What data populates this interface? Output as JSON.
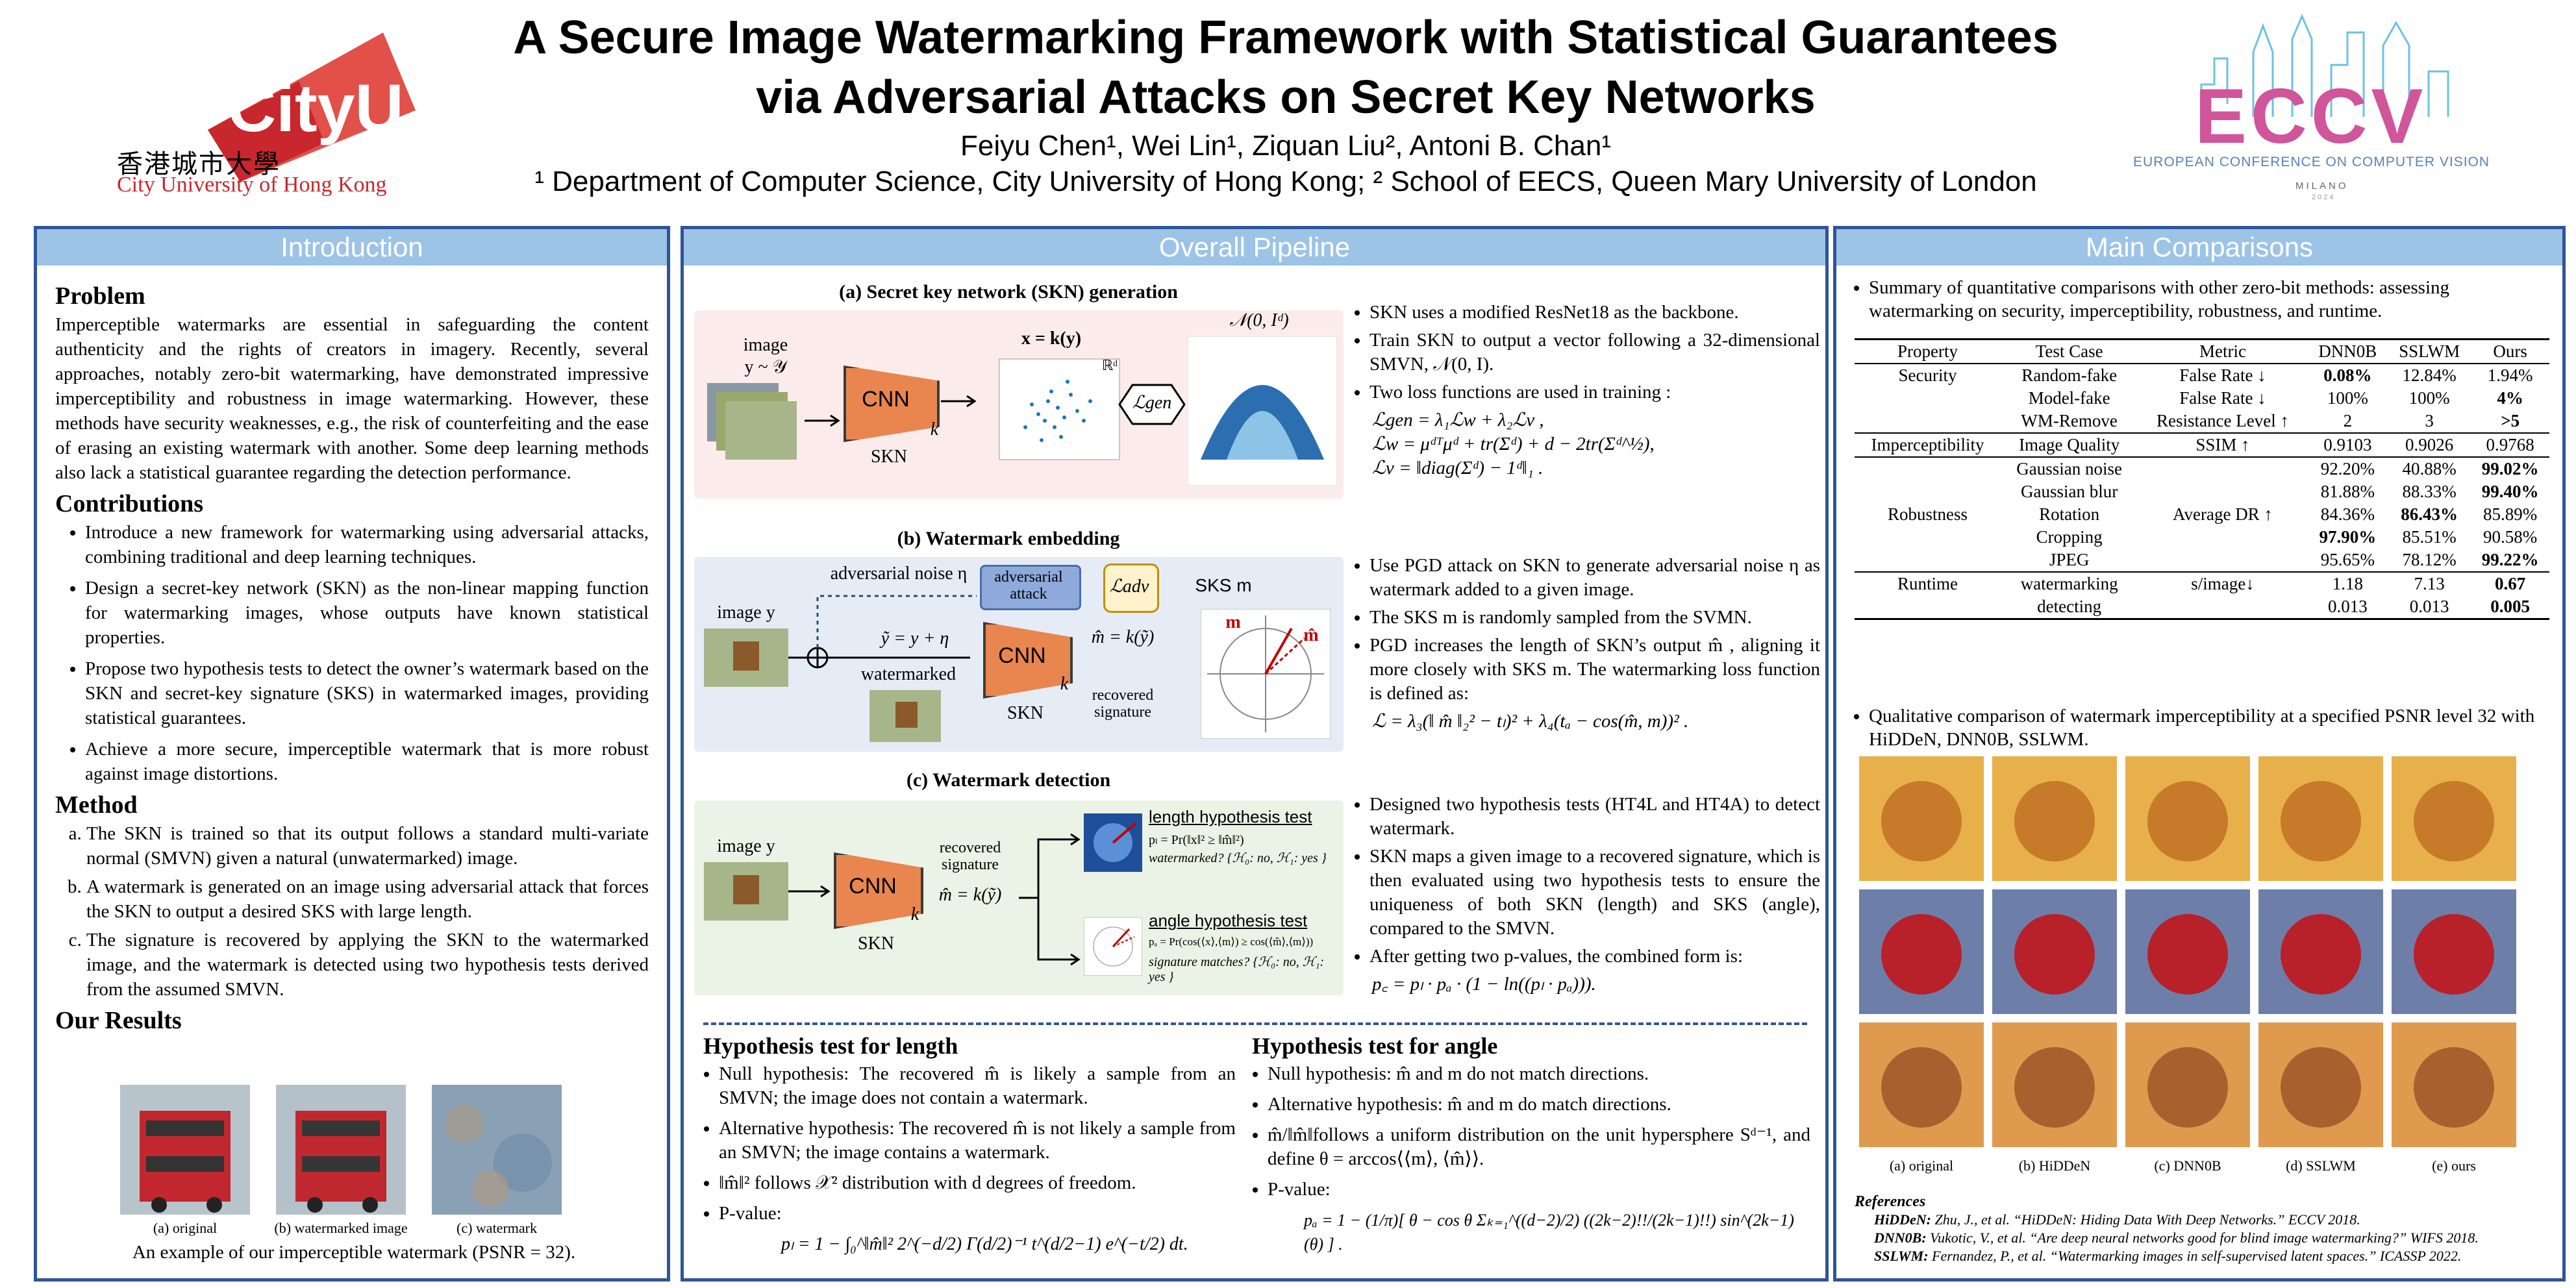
{
  "header": {
    "title_line1": "A Secure Image Watermarking Framework with Statistical Guarantees",
    "title_line2": "via Adversarial Attacks on Secret Key Networks",
    "authors": "Feiyu Chen¹, Wei Lin¹, Ziquan Liu², Antoni B. Chan¹",
    "affiliations": "¹ Department of Computer Science, City University of Hong Kong;  ² School of EECS, Queen Mary University of London",
    "logo_left": {
      "wordmark": "CityU",
      "chinese": "香港城市大學",
      "english": "City University of Hong Kong"
    },
    "logo_right": {
      "wordmark": "ECCV",
      "subtitle": "EUROPEAN CONFERENCE ON COMPUTER VISION",
      "city": "MILANO",
      "year": "2024"
    }
  },
  "intro": {
    "heading": "Introduction",
    "problem_title": "Problem",
    "problem_text": "Imperceptible watermarks are essential in safeguarding the content authenticity and the rights of creators in imagery. Recently, several approaches, notably zero-bit watermarking, have demonstrated impressive imperceptibility and robustness in image watermarking. However, these methods have security weaknesses, e.g., the risk of counterfeiting and the ease of erasing an existing watermark with another. Some deep learning methods also lack a statistical guarantee regarding the detection performance.",
    "contrib_title": "Contributions",
    "contributions": [
      "Introduce a new framework for watermarking using adversarial attacks, combining traditional and deep learning techniques.",
      "Design a secret-key network (SKN) as the non-linear mapping function for watermarking images, whose outputs have known statistical properties.",
      "Propose two hypothesis tests to detect the owner’s watermark based on the SKN and secret-key signature (SKS) in watermarked images, providing statistical guarantees.",
      "Achieve a more secure, imperceptible watermark that is more robust against image distortions."
    ],
    "method_title": "Method",
    "method": [
      "The SKN is trained so that its output follows a standard multi-variate normal (SMVN) given a natural (unwatermarked) image.",
      "A watermark is generated on an image using adversarial attack that forces the SKN to output a desired SKS with large length.",
      "The signature is recovered by applying the SKN to the watermarked image, and the watermark is detected using two hypothesis tests derived from the assumed SMVN."
    ],
    "results_title": "Our Results",
    "results_labels": [
      "(a) original",
      "(b) watermarked image",
      "(c) watermark"
    ],
    "results_caption": "An example of our imperceptible watermark (PSNR = 32)."
  },
  "pipeline": {
    "heading": "Overall Pipeline",
    "stage_a_title": "(a) Secret key network (SKN) generation",
    "stage_b_title": "(b) Watermark embedding",
    "stage_c_title": "(c) Watermark detection",
    "labels": {
      "image": "image",
      "image_y_dist": "y ~ 𝒴",
      "image_y": "image y",
      "cnn": "CNN",
      "k": "k",
      "skn": "SKN",
      "x_eq": "x = k(y)",
      "rd": "ℝᵈ",
      "l_gen": "ℒgen",
      "normal": "𝒩(0, Iᵈ)",
      "adv_noise": "adversarial noise η",
      "adv_attack": "adversarial attack",
      "l_adv": "ℒadv",
      "sks_m": "SKS m",
      "y_tilde": "ỹ = y + η",
      "watermarked": "watermarked",
      "m_hat_eq": "m̂ = k(ỹ)",
      "recovered_signature": "recovered signature",
      "m": "m",
      "m_hat": "m̂",
      "len_test": "length hypothesis test",
      "len_formula": "pₗ = Pr(‖x‖² ≥ ‖m̂‖²)",
      "len_question": "watermarked? {ℋ₀: no, ℋ₁: yes }",
      "ang_test": "angle hypothesis test",
      "ang_formula": "pₐ = Pr(cos(⟨x⟩,⟨m⟩) ≥ cos(⟨m̂⟩,⟨m⟩))",
      "ang_question": "signature matches? {ℋ₀: no, ℋ₁: yes }"
    },
    "bullets_a": [
      "SKN uses a modified ResNet18 as the backbone.",
      "Train SKN to output a vector following a 32-dimensional SMVN, 𝒩(0, I).",
      "Two loss functions are used in training :"
    ],
    "eqs_a": [
      "ℒgen = λ₁ℒw + λ₂ℒv ,",
      "ℒw = μᵈᵀμᵈ + tr(Σᵈ) + d − 2tr(Σᵈ^½),",
      "ℒv = ‖diag(Σᵈ) − 1ᵈ‖₁ ."
    ],
    "bullets_b": [
      "Use PGD attack on SKN to generate adversarial noise η as watermark added to a given image.",
      "The SKS m is randomly sampled from the SVMN.",
      "PGD increases the length of SKN’s output m̂ , aligning it more closely with SKS m. The watermarking loss function is defined as:"
    ],
    "eq_b": "ℒ = λ₃(‖ m̂ ‖₂² − tₗ)² + λ₄(tₐ − cos(m̂, m))² .",
    "bullets_c": [
      "Designed two hypothesis tests (HT4L and HT4A) to detect watermark.",
      "SKN maps a given image to a recovered signature, which is then evaluated using two hypothesis tests to ensure the uniqueness of both SKN (length) and SKS (angle), compared to the SMVN.",
      "After getting two p-values, the combined form is:"
    ],
    "eq_c": "p꜀ = pₗ · pₐ · (1 − ln((pₗ · pₐ))).",
    "ht_len_title": "Hypothesis test for length",
    "ht_len": [
      "Null hypothesis: The recovered m̂ is likely a sample from an SMVN; the image does not contain a watermark.",
      "Alternative hypothesis: The recovered m̂ is not likely a sample from an SMVN; the image contains a watermark.",
      "‖m̂‖² follows 𝒳² distribution with d degrees of freedom.",
      "P-value:"
    ],
    "ht_len_eq": "pₗ = 1 − ∫₀^‖m̂‖² 2^(−d/2) Γ(d/2)⁻¹ t^(d/2−1) e^(−t/2) dt.",
    "ht_ang_title": "Hypothesis test for angle",
    "ht_ang": [
      "Null hypothesis: m̂ and m do not match directions.",
      "Alternative hypothesis: m̂ and m do match directions.",
      "m̂/‖m̂‖follows a uniform distribution on the unit hypersphere Sᵈ⁻¹, and define θ = arccos⟨⟨m⟩, ⟨m̂⟩⟩.",
      "P-value:"
    ],
    "ht_ang_eq": "pₐ = 1 − (1/π)[ θ − cos θ Σₖ₌₁^((d−2)/2) ((2k−2)!!/(2k−1)!!) sin^(2k−1)(θ) ] ."
  },
  "comparisons": {
    "heading": "Main Comparisons",
    "summary": "Summary of quantitative comparisons with other zero-bit methods: assessing watermarking on security, imperceptibility, robustness, and runtime.",
    "columns": [
      "Property",
      "Test Case",
      "Metric",
      "DNN0B",
      "SSLWM",
      "Ours"
    ],
    "rows": [
      [
        "Security",
        "Random-fake",
        "False Rate ↓",
        "0.08%",
        "12.84%",
        "1.94%"
      ],
      [
        "",
        "Model-fake",
        "False Rate ↓",
        "100%",
        "100%",
        "4%"
      ],
      [
        "",
        "WM-Remove",
        "Resistance Level ↑",
        "2",
        "3",
        ">5"
      ],
      [
        "Imperceptibility",
        "Image Quality",
        "SSIM ↑",
        "0.9103",
        "0.9026",
        "0.9768"
      ],
      [
        "",
        "Gaussian noise",
        "",
        "92.20%",
        "40.88%",
        "99.02%"
      ],
      [
        "",
        "Gaussian blur",
        "",
        "81.88%",
        "88.33%",
        "99.40%"
      ],
      [
        "Robustness",
        "Rotation",
        "Average DR ↑",
        "84.36%",
        "86.43%",
        "85.89%"
      ],
      [
        "",
        "Cropping",
        "",
        "97.90%",
        "85.51%",
        "90.58%"
      ],
      [
        "",
        "JPEG",
        "",
        "95.65%",
        "78.12%",
        "99.22%"
      ],
      [
        "Runtime",
        "watermarking",
        "s/image↓",
        "1.18",
        "7.13",
        "0.67"
      ],
      [
        "",
        "detecting",
        "",
        "0.013",
        "0.013",
        "0.005"
      ]
    ],
    "bold": [
      [
        0,
        3
      ],
      [
        1,
        5
      ],
      [
        2,
        5
      ],
      [
        4,
        5
      ],
      [
        5,
        5
      ],
      [
        6,
        4
      ],
      [
        7,
        3
      ],
      [
        8,
        5
      ],
      [
        9,
        5
      ],
      [
        10,
        5
      ]
    ],
    "qualitative": "Qualitative comparison of watermark imperceptibility at a specified PSNR level 32 with HiDDeN, DNN0B, SSLWM.",
    "qual_labels": [
      "(a) original",
      "(b) HiDDeN",
      "(c) DNN0B",
      "(d) SSLWM",
      "(e) ours"
    ],
    "refs_title": "References",
    "refs": [
      {
        "tag": "HiDDeN:",
        "text": "Zhu, J., et al. “HiDDeN: Hiding Data With Deep Networks.” ECCV 2018."
      },
      {
        "tag": "DNN0B:",
        "text": "Vukotic, V., et al. “Are deep neural networks good for blind image watermarking?” WIFS 2018."
      },
      {
        "tag": "SSLWM:",
        "text": "Fernandez, P., et al. “Watermarking images in self-supervised latent spaces.” ICASSP 2022."
      }
    ]
  }
}
